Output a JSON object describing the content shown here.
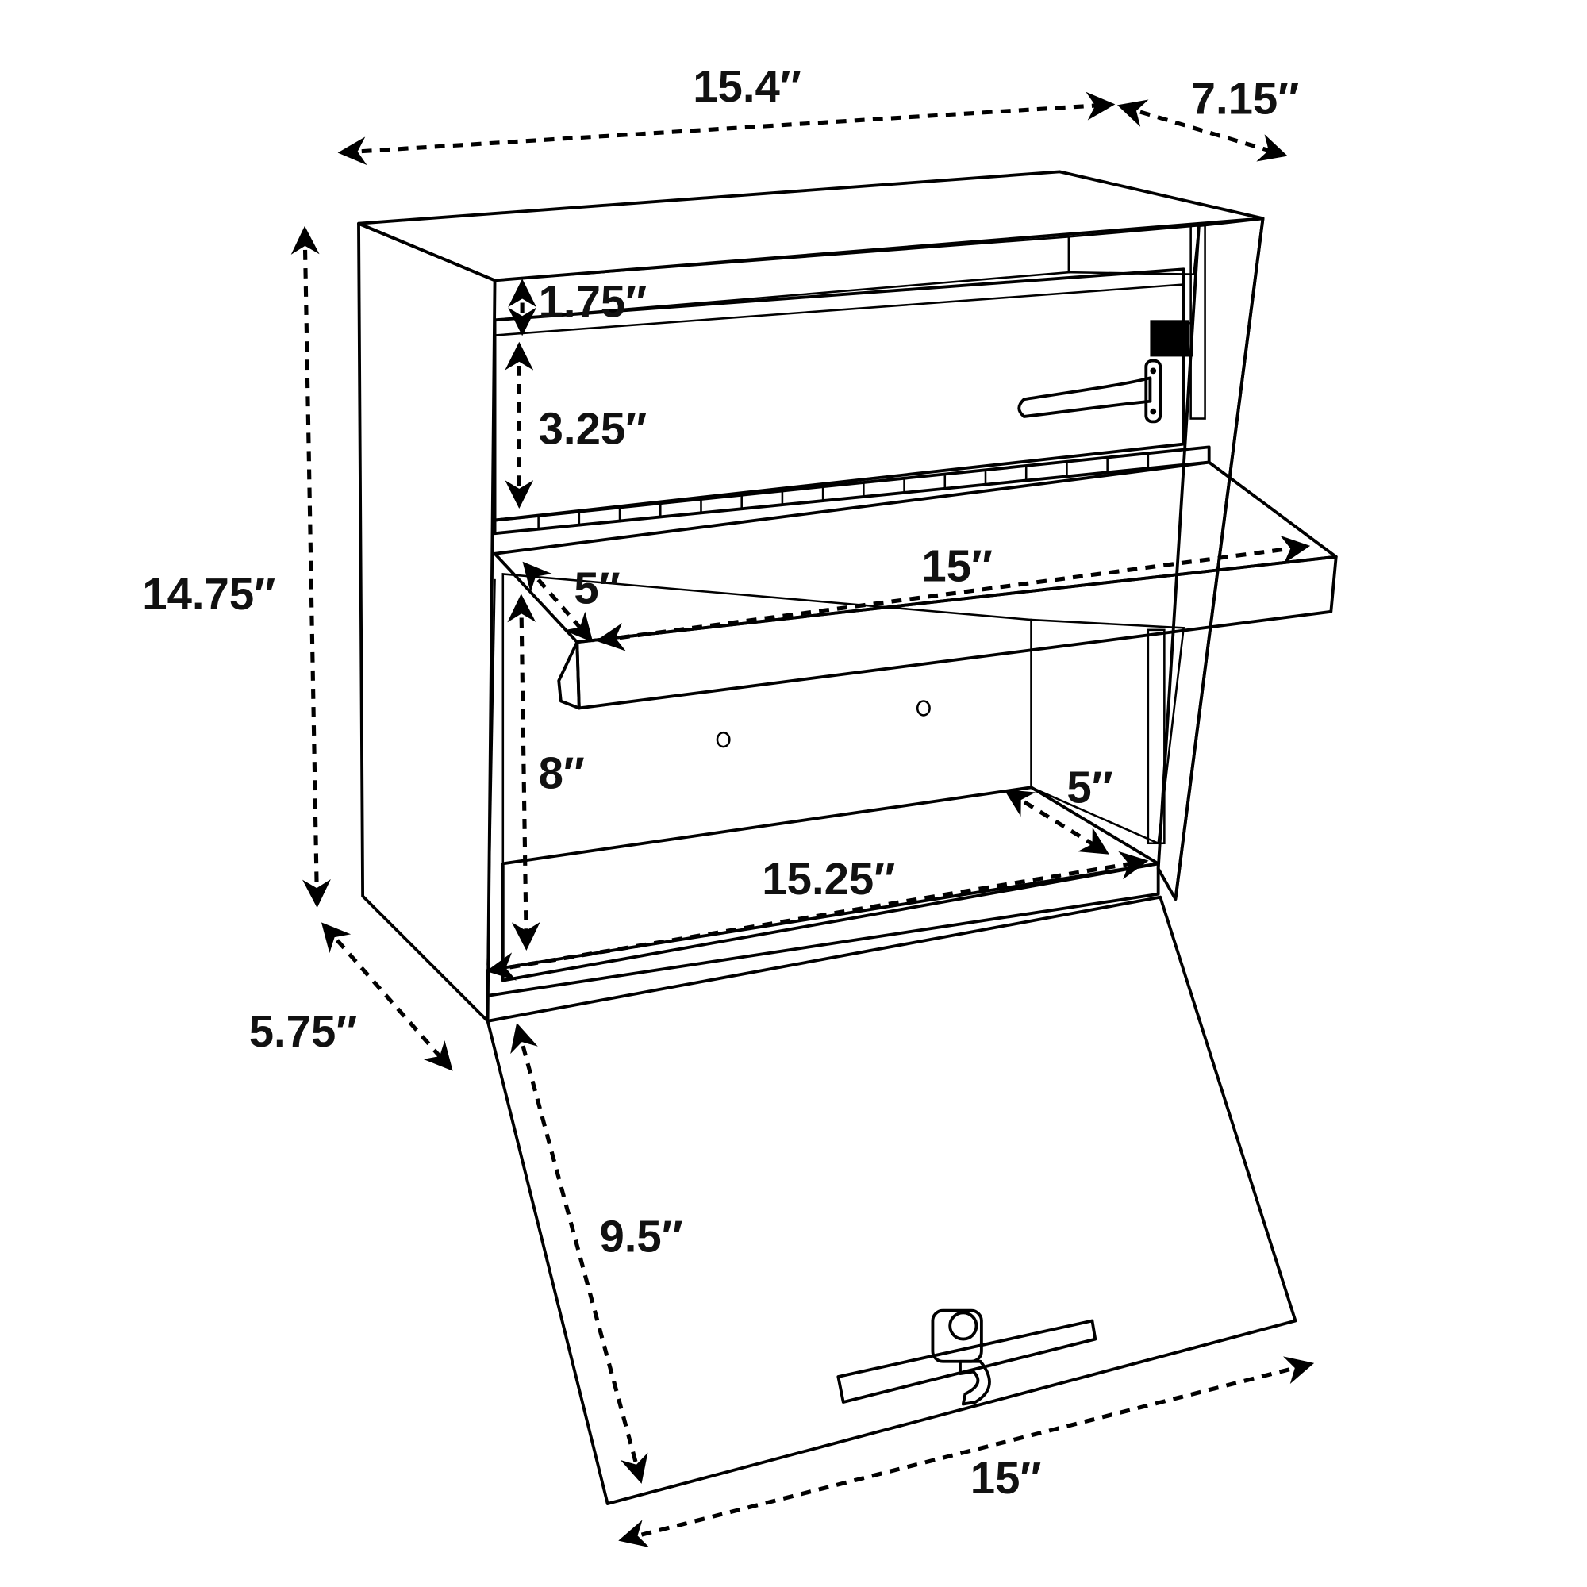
{
  "title": "Mailbox dimension diagram",
  "colors": {
    "line": "#000000",
    "background": "#ffffff",
    "interior_light": "#a6a6a6",
    "interior_dark": "#5a5a5a",
    "hardware_gray": "#9a9a9a"
  },
  "dimensions": {
    "overall_width": "15.4″",
    "overall_depth": "7.15″",
    "overall_height": "14.75″",
    "base_depth": "5.75″",
    "top_slot_height": "1.75″",
    "top_door_height": "3.25″",
    "shelf_depth": "5″",
    "shelf_width": "15″",
    "compartment_height": "8″",
    "compartment_depth": "5″",
    "compartment_width": "15.25″",
    "lower_door_height": "9.5″",
    "lower_door_width": "15″"
  },
  "parts": [
    "mailbox-body",
    "top-hinged-door",
    "door-handle",
    "latch-block",
    "piano-hinge",
    "shelf-tray",
    "lower-compartment",
    "lower-door",
    "cam-lock"
  ]
}
